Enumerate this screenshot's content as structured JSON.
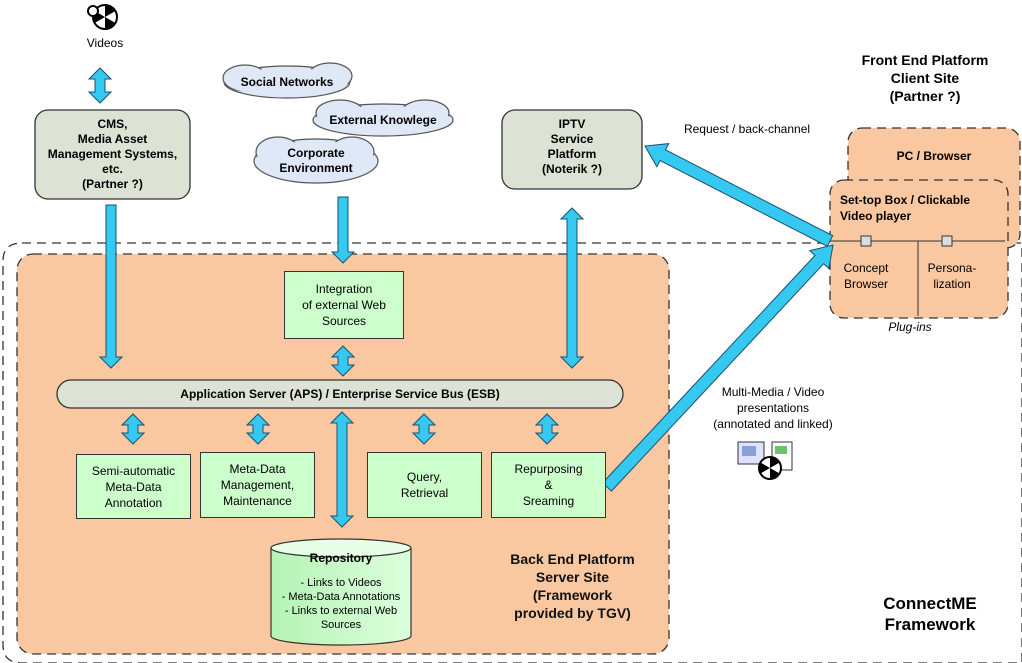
{
  "colors": {
    "backend_fill": "#fac8a0",
    "frontend_fill": "#fac8a0",
    "grey_box": "#dde3d4",
    "green_box": "#ccffcc",
    "arrow": "#35c8f0",
    "cloud": "#dfe8f7"
  },
  "videos": {
    "label": "Videos",
    "icon": "film-reel-icon"
  },
  "cms": {
    "label": "CMS,\nMedia Asset\nManagement Systems,\netc.\n(Partner ?)"
  },
  "clouds": {
    "social": "Social Networks",
    "knowledge": "External Knowlege",
    "corporate": "Corporate\nEnvironment"
  },
  "iptv": {
    "label": "IPTV\nService\nPlatform\n(Noterik ?)"
  },
  "frontend": {
    "title": "Front End Platform\nClient Site\n(Partner ?)",
    "pc_browser": "PC / Browser",
    "settop": "Set-top Box / Clickable\nVideo player",
    "concept": "Concept\nBrowser",
    "personalization": "Persona-\nlization",
    "plugins": "Plug-ins"
  },
  "request_label": "Request / back-channel",
  "multimedia_label": "Multi-Media / Video\npresentations\n(annotated and linked)",
  "integration": {
    "label": "Integration\nof external Web\nSources"
  },
  "esb": {
    "label": "Application Server (APS) / Enterprise Service Bus (ESB)"
  },
  "modules": {
    "annotation": "Semi-automatic\nMeta-Data\nAnnotation",
    "management": "Meta-Data\nManagement,\nMaintenance",
    "query": "Query,\nRetrieval",
    "repurposing": "Repurposing\n&\nSreaming"
  },
  "repository": {
    "title": "Repository",
    "items": "- Links to Videos\n- Meta-Data Annotations\n- Links to external Web\nSources"
  },
  "backend_title": "Back End Platform\nServer Site\n(Framework\nprovided by TGV)",
  "framework_title": "ConnectME\nFramework"
}
